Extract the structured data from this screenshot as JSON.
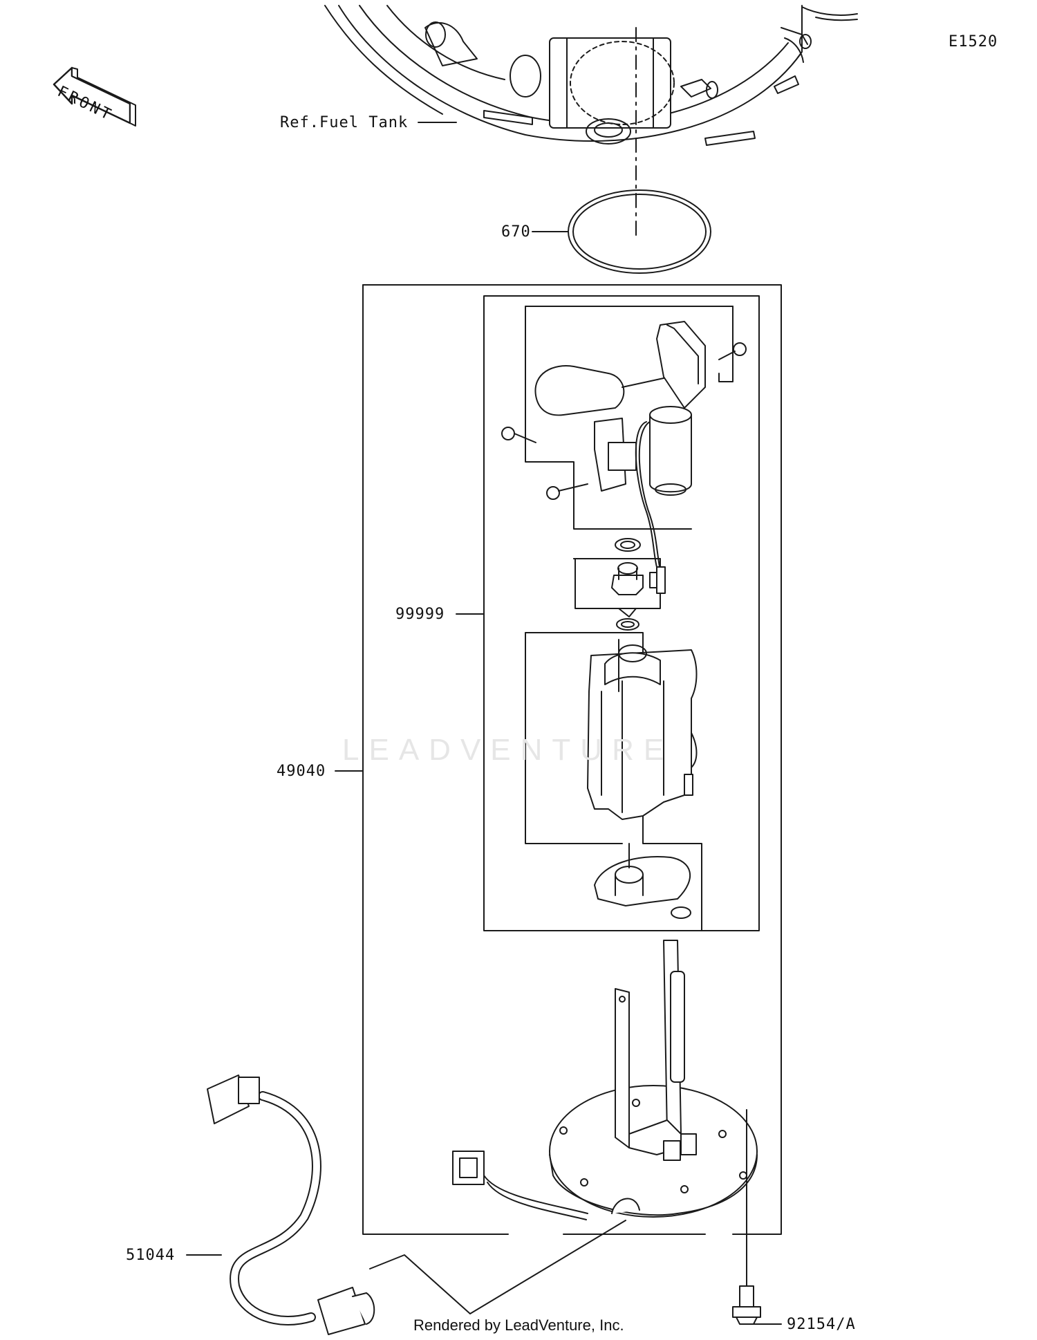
{
  "diagram_id": "E1520",
  "front_arrow_label": "FRONT",
  "watermark": "LEADVENTURE",
  "credit": "Rendered by LeadVenture, Inc.",
  "callouts": [
    {
      "id": "ref-fuel-tank",
      "text": "Ref.Fuel Tank"
    },
    {
      "id": "670",
      "text": "670"
    },
    {
      "id": "99999",
      "text": "99999"
    },
    {
      "id": "49040",
      "text": "49040"
    },
    {
      "id": "51044",
      "text": "51044"
    },
    {
      "id": "92154",
      "text": "92154/A"
    }
  ]
}
